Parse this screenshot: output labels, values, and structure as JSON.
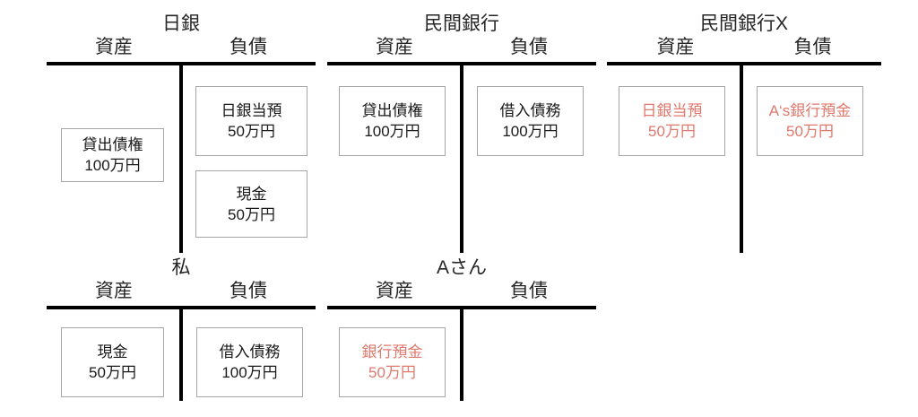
{
  "diagram": {
    "column_headers": {
      "assets": "資産",
      "liabilities": "負債"
    },
    "accounts": [
      {
        "id": "boj",
        "title": "日銀",
        "assets": [
          {
            "label": "貸出債権",
            "value": "100万円",
            "highlight": false
          }
        ],
        "liabilities": [
          {
            "label": "日銀当預",
            "value": "50万円",
            "highlight": false
          },
          {
            "label": "現金",
            "value": "50万円",
            "highlight": false
          }
        ]
      },
      {
        "id": "bank",
        "title": "民間銀行",
        "assets": [
          {
            "label": "貸出債権",
            "value": "100万円",
            "highlight": false
          }
        ],
        "liabilities": [
          {
            "label": "借入債務",
            "value": "100万円",
            "highlight": false
          }
        ]
      },
      {
        "id": "bankx",
        "title": "民間銀行X",
        "assets": [
          {
            "label": "日銀当預",
            "value": "50万円",
            "highlight": true
          }
        ],
        "liabilities": [
          {
            "label": "A‘s銀行預金",
            "value": "50万円",
            "highlight": true
          }
        ]
      },
      {
        "id": "me",
        "title": "私",
        "assets": [
          {
            "label": "現金",
            "value": "50万円",
            "highlight": false
          }
        ],
        "liabilities": [
          {
            "label": "借入債務",
            "value": "100万円",
            "highlight": false
          }
        ]
      },
      {
        "id": "persona",
        "title": "Aさん",
        "assets": [
          {
            "label": "銀行預金",
            "value": "50万円",
            "highlight": true
          }
        ],
        "liabilities": []
      }
    ],
    "colors": {
      "rule": "#000000",
      "box_border": "#a6a6a6",
      "text": "#1a1a1a",
      "highlight": "#e0796d",
      "background": "#ffffff"
    }
  }
}
